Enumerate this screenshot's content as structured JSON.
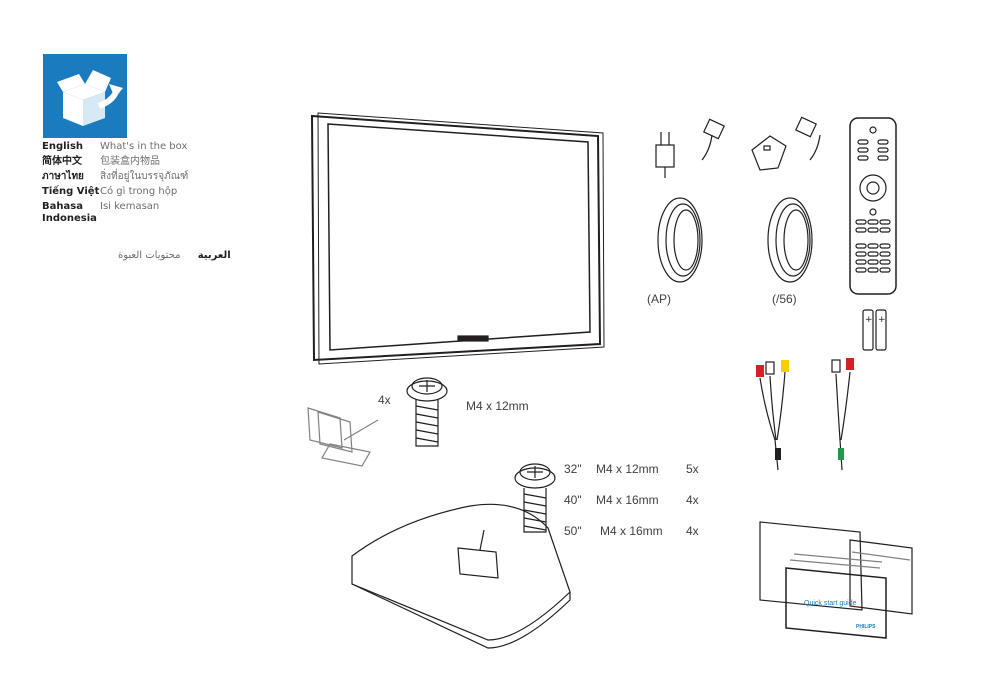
{
  "languages": [
    {
      "lang": "English",
      "text": "What's in the box"
    },
    {
      "lang": "简体中文",
      "text": "包装盒内物品"
    },
    {
      "lang": "ภาษาไทย",
      "text": "สิ่งที่อยู่ในบรรจุภัณฑ์"
    },
    {
      "lang": "Tiếng Việt",
      "text": "Có gì trong hộp"
    },
    {
      "lang": "Bahasa Indonesia",
      "text": "Isi kemasan"
    }
  ],
  "arabic": {
    "lang": "العربية",
    "text": "محتويات العبوة"
  },
  "power_cords": {
    "ap": "(AP)",
    "uk": "(/56)"
  },
  "stand_screws": {
    "count": "4x",
    "size": "M4 x 12mm"
  },
  "base_screws": [
    {
      "size_inch": "32\"",
      "screw": "M4 x 12mm",
      "count": "5x"
    },
    {
      "size_inch": "40\"",
      "screw": "M4 x 16mm",
      "count": "4x"
    },
    {
      "size_inch": "50\"",
      "screw": "M4 x 16mm",
      "count": "4x"
    }
  ],
  "guide": {
    "title": "Quick start guide",
    "brand": "PHILIPS"
  },
  "colors": {
    "accent": "#1a7bbf",
    "yellow": "#f5d000",
    "red": "#d71f26",
    "green": "#1f9a4a"
  }
}
